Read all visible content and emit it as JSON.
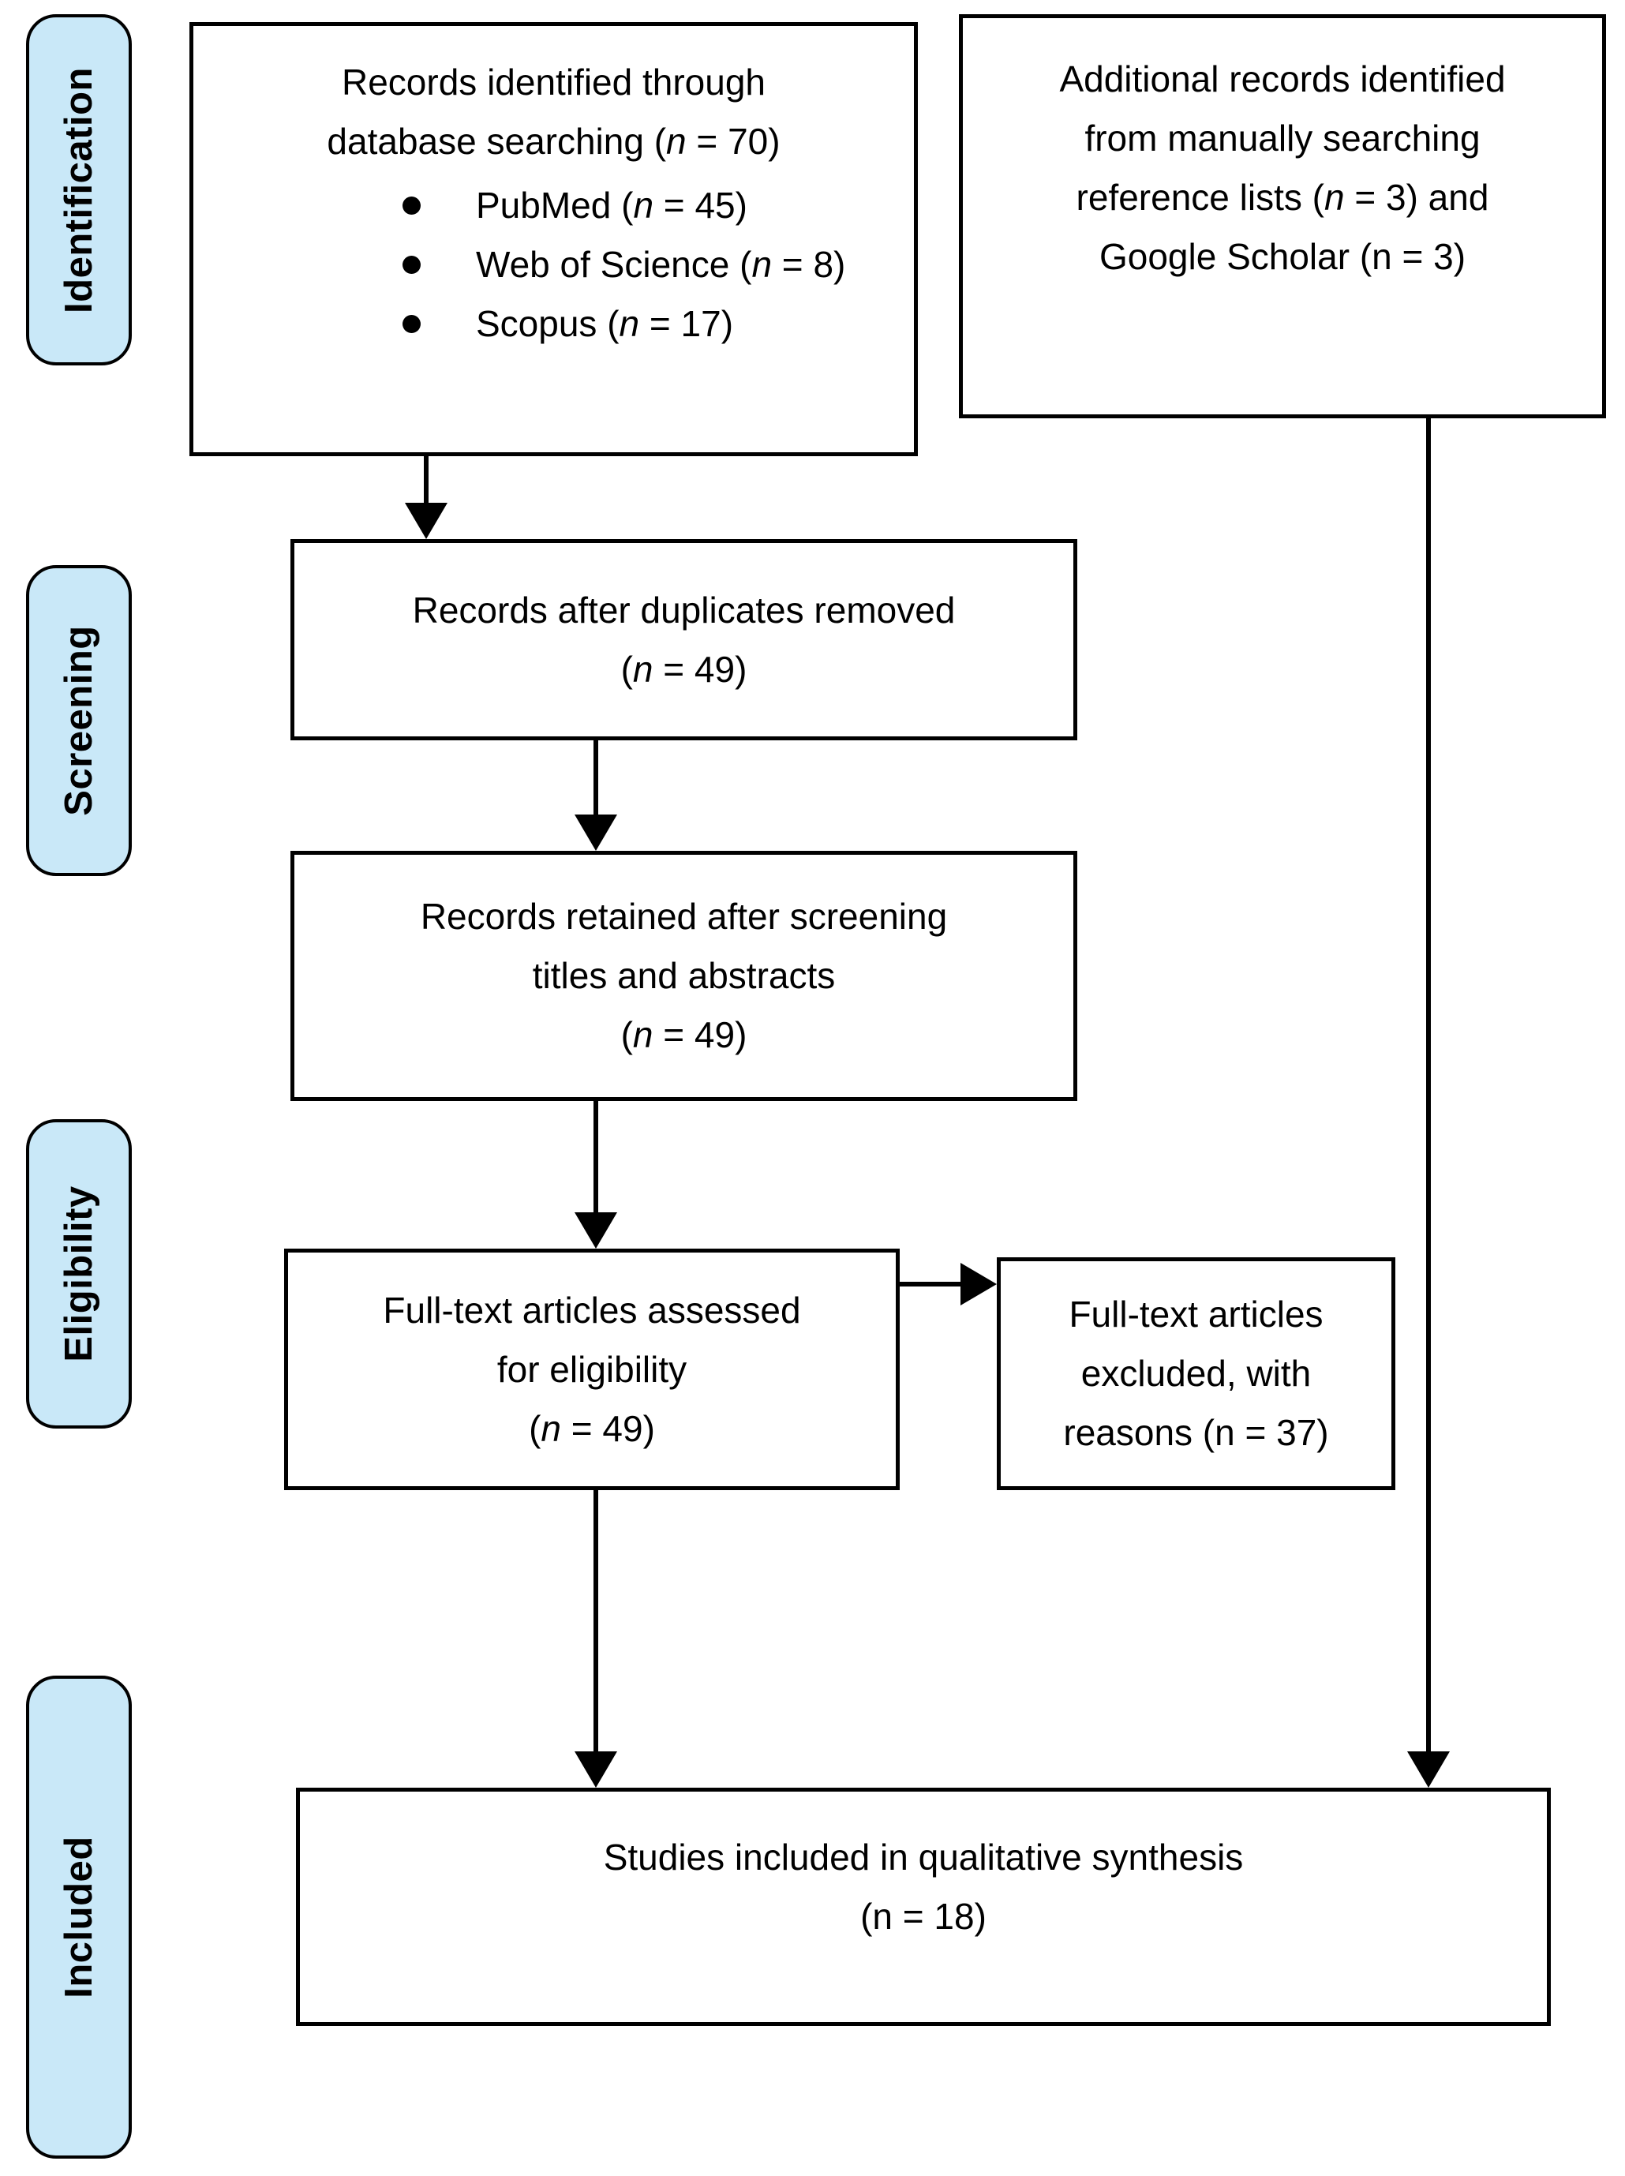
{
  "palette": {
    "sidebar_fill": "#c9e8f8",
    "line": "#000000",
    "box_fill": "#ffffff",
    "background": "#ffffff",
    "text": "#000000"
  },
  "sidebar": {
    "items": [
      {
        "id": "identification",
        "label": "Identification"
      },
      {
        "id": "screening",
        "label": "Screening"
      },
      {
        "id": "eligibility",
        "label": "Eligibility"
      },
      {
        "id": "included",
        "label": "Included"
      }
    ]
  },
  "boxes": {
    "identified": {
      "lines": [
        [
          {
            "t": "Records identified through",
            "i": false
          }
        ],
        [
          {
            "t": "database searching (",
            "i": false
          },
          {
            "t": "n",
            "i": true
          },
          {
            "t": " = 70)",
            "i": false
          }
        ]
      ],
      "bullets": [
        [
          {
            "t": "PubMed (",
            "i": false
          },
          {
            "t": "n",
            "i": true
          },
          {
            "t": " = 45)",
            "i": false
          }
        ],
        [
          {
            "t": "Web of Science (",
            "i": false
          },
          {
            "t": "n",
            "i": true
          },
          {
            "t": " = 8)",
            "i": false
          }
        ],
        [
          {
            "t": "Scopus (",
            "i": false
          },
          {
            "t": "n",
            "i": true
          },
          {
            "t": " = 17)",
            "i": false
          }
        ]
      ]
    },
    "additional": {
      "lines": [
        [
          {
            "t": "Additional records identified",
            "i": false
          }
        ],
        [
          {
            "t": "from manually searching",
            "i": false
          }
        ],
        [
          {
            "t": "reference lists (",
            "i": false
          },
          {
            "t": "n",
            "i": true
          },
          {
            "t": " = 3) and",
            "i": false
          }
        ],
        [
          {
            "t": "Google Scholar (n = 3)",
            "i": false
          }
        ]
      ]
    },
    "duplicates": {
      "lines": [
        [
          {
            "t": "Records after duplicates removed",
            "i": false
          }
        ],
        [
          {
            "t": "(",
            "i": false
          },
          {
            "t": "n",
            "i": true
          },
          {
            "t": " = 49)",
            "i": false
          }
        ]
      ]
    },
    "retained": {
      "lines": [
        [
          {
            "t": "Records retained after screening",
            "i": false
          }
        ],
        [
          {
            "t": "titles and abstracts",
            "i": false
          }
        ],
        [
          {
            "t": "(",
            "i": false
          },
          {
            "t": "n",
            "i": true
          },
          {
            "t": " = 49)",
            "i": false
          }
        ]
      ]
    },
    "assessed": {
      "lines": [
        [
          {
            "t": "Full-text articles assessed",
            "i": false
          }
        ],
        [
          {
            "t": "for eligibility",
            "i": false
          }
        ],
        [
          {
            "t": "(",
            "i": false
          },
          {
            "t": "n",
            "i": true
          },
          {
            "t": " = 49)",
            "i": false
          }
        ]
      ]
    },
    "excluded": {
      "lines": [
        [
          {
            "t": "Full-text articles",
            "i": false
          }
        ],
        [
          {
            "t": "excluded, with",
            "i": false
          }
        ],
        [
          {
            "t": "reasons (n = 37)",
            "i": false
          }
        ]
      ]
    },
    "included": {
      "lines": [
        [
          {
            "t": "Studies included in qualitative synthesis",
            "i": false
          }
        ],
        [
          {
            "t": "(n = 18)",
            "i": false
          }
        ]
      ]
    }
  }
}
